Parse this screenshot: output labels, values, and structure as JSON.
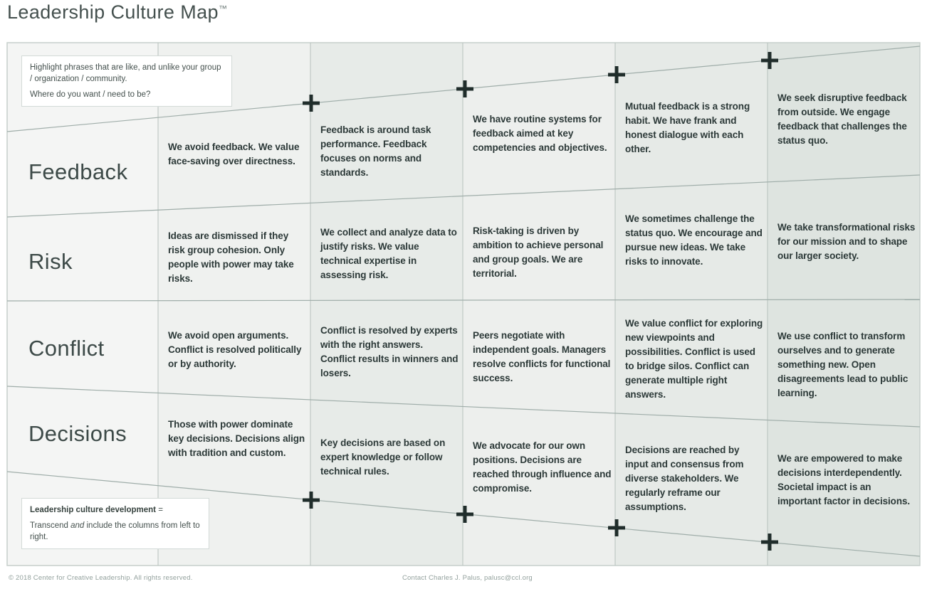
{
  "header": {
    "title": "Leadership Culture Map",
    "trademark": "™"
  },
  "instructions_box": {
    "line1": "Highlight phrases that are like, and unlike your group / organization / community.",
    "line2": "Where do you want / need to be?"
  },
  "legend_box": {
    "heading": "Leadership culture development",
    "equals": "=",
    "body_start": "Transcend",
    "body_italic": "and",
    "body_end": "include the columns from left to right."
  },
  "matrix": {
    "rows": [
      {
        "label": "Feedback",
        "cells": [
          "We avoid feedback. We value face-saving over directness.",
          "Feedback is around task performance. Feedback focuses on norms and standards.",
          "We have routine systems for feedback aimed at key competencies and objectives.",
          "Mutual feedback is a strong habit. We have frank and honest dialogue with each other.",
          "We seek disruptive feedback from outside. We engage feedback that challenges the status quo."
        ]
      },
      {
        "label": "Risk",
        "cells": [
          "Ideas are dismissed if they risk group cohesion. Only people with power may take risks.",
          "We collect and analyze data to justify risks. We value technical expertise in assessing risk.",
          "Risk-taking is driven by ambition to achieve personal and group goals. We are territorial.",
          "We sometimes challenge the status quo. We encourage and pursue new ideas. We take risks to innovate.",
          "We take transformational risks for our mission and to shape our larger society."
        ]
      },
      {
        "label": "Conflict",
        "cells": [
          "We avoid open arguments. Conflict is resolved politically or by authority.",
          "Conflict is resolved by experts with the right answers. Conflict results in winners and losers.",
          "Peers negotiate with independent goals. Managers resolve conflicts for functional success.",
          "We value conflict for exploring new viewpoints and possibilities. Conflict is used to bridge silos. Conflict can generate multiple right answers.",
          "We use conflict to transform ourselves and to generate something new. Open disagreements lead to public learning."
        ]
      },
      {
        "label": "Decisions",
        "cells": [
          "Those with power dominate key decisions. Decisions align with tradition and custom.",
          "Key decisions are based on expert knowledge or follow technical rules.",
          "We advocate for our own positions. Decisions are reached through influence and compromise.",
          "Decisions are reached by input and consensus from diverse stakeholders. We regularly reframe our assumptions.",
          "We are empowered to make decisions interdependently. Societal impact is an important factor in decisions."
        ]
      }
    ]
  },
  "icons": {
    "plus": "+"
  },
  "colors": {
    "background": "#ffffff",
    "title_text": "#44504e",
    "row_label_text": "#3d4a48",
    "cell_text": "#2c3938",
    "grid_line": "#9fada9",
    "column_divider": "#b7c1bd",
    "table_border": "#c6cfcb",
    "plus_marker": "#202d2b",
    "note_border": "#d3dad7",
    "footer_text": "#93a19d",
    "column_tints": [
      "#f4f5f4",
      "#eff1ef",
      "#e7ebe8",
      "#edefed",
      "#e6eae7",
      "#dee4e0"
    ]
  },
  "footer": {
    "copyright": "© 2018 Center for Creative Leadership. All rights reserved.",
    "contact": "Contact Charles J. Palus, palusc@ccl.org"
  }
}
